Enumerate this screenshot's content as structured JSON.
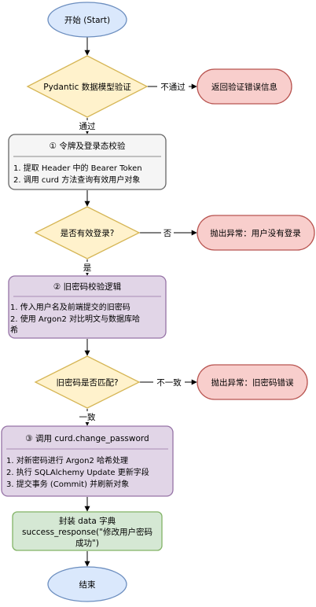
{
  "nodes": {
    "start": "开始 (Start)",
    "validate": "Pydantic 数据模型验证",
    "validate_error": "返回验证错误信息",
    "token_title": "① 令牌及登录态校验",
    "token_lines": [
      "1. 提取 Header 中的 Bearer Token",
      "2. 调用 curd 方法查询有效用户对象"
    ],
    "login_check": "是否有效登录?",
    "login_error": "抛出异常：用户没有登录",
    "oldpw_title": "② 旧密码校验逻辑",
    "oldpw_lines": [
      "1. 传入用户名及前端提交的旧密码",
      "2. 使用 Argon2 对比明文与数据库哈",
      "希"
    ],
    "oldpw_check": "旧密码是否匹配?",
    "oldpw_error": "抛出异常：旧密码错误",
    "change_title": "③ 调用 curd.change_password",
    "change_lines": [
      "1. 对新密码进行 Argon2 哈希处理",
      "2. 执行 SQLAlchemy Update 更新字段",
      "3. 提交事务 (Commit) 并刷新对象"
    ],
    "pack_lines": [
      "封装 data 字典",
      "success_response(\"修改用户密码",
      "成功\")"
    ],
    "end": "结束"
  },
  "edges": {
    "validate_fail": "不通过",
    "validate_pass": "通过",
    "login_no": "否",
    "login_yes": "是",
    "oldpw_no": "不一致",
    "oldpw_yes": "一致"
  },
  "colors": {
    "blue_fill": "#dae8fc",
    "blue_stroke": "#6c8ebf",
    "yellow_fill": "#fff2cc",
    "yellow_stroke": "#d6b656",
    "red_fill": "#f8cecc",
    "red_stroke": "#b85450",
    "gray_fill": "#f5f5f5",
    "gray_stroke": "#666666",
    "purple_fill": "#e1d5e7",
    "purple_stroke": "#9673a6",
    "green_fill": "#d5e8d4",
    "green_stroke": "#82b366"
  }
}
